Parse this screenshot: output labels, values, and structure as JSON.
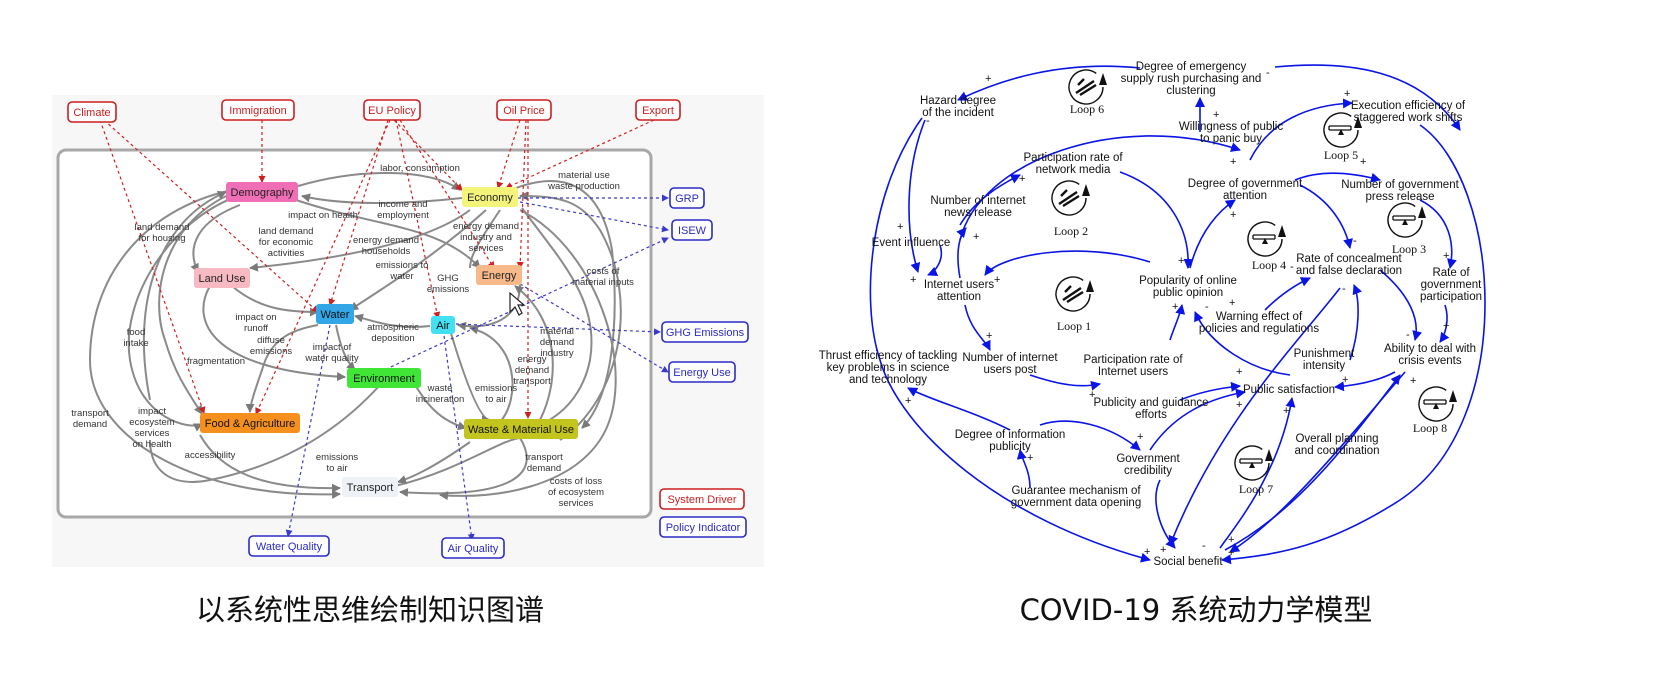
{
  "left": {
    "caption": "以系统性思维绘制知识图谱",
    "drivers": [
      "Climate",
      "Immigration",
      "EU Policy",
      "Oil Price",
      "Export"
    ],
    "nodes": {
      "demography": "Demography",
      "economy": "Economy",
      "land_use": "Land Use",
      "energy": "Energy",
      "water": "Water",
      "air": "Air",
      "environment": "Environment",
      "food": "Food & Agriculture",
      "waste": "Waste & Material Use",
      "transport": "Transport"
    },
    "indicators": [
      "GRP",
      "ISEW",
      "GHG Emissions",
      "Energy Use",
      "Water Quality",
      "Air Quality"
    ],
    "legend": {
      "driver": "System Driver",
      "indicator": "Policy Indicator"
    },
    "edge_labels": [
      "labor, consumption",
      "material use\nwaste production",
      "income and\nemployment",
      "impact on health",
      "land demand\nfor housing",
      "land demand\nfor economic\nactivities",
      "energy demand\nhouseholds",
      "energy demand\nindustry and\nservices",
      "emissions to\nwater",
      "GHG\nemissions",
      "costs of\nmaterial inputs",
      "impact on\nrunoff",
      "diffuse\nemissions",
      "atmospheric\ndeposition",
      "impact of\nwater quality",
      "food\nintake",
      "fragmentation",
      "material\ndemand\nindustry",
      "energy\ndemand\ntransport",
      "waste\nincineration",
      "emissions\nto air",
      "transport\ndemand",
      "impact\necosystem\nservices\non health",
      "accessibility",
      "emissions\nto air",
      "transport\ndemand",
      "costs of loss\nof ecosystem\nservices"
    ]
  },
  "right": {
    "caption": "COVID-19 系统动力学模型",
    "variables": {
      "hazard": "Hazard degree\nof the incident",
      "emergency_supply": "Degree of emergency\nsupply rush purchasing and\nclustering",
      "execution": "Execution efficiency of\nstaggered work shifts",
      "willingness": "Willingness of public\nto panic buy",
      "participation_media": "Participation rate of\nnetwork media",
      "gov_attention": "Degree of government\nattention",
      "gov_press": "Number of government\npress release",
      "netnews": "Number of internet\nnews release",
      "event_influence": "Event influence",
      "internet_attention": "Internet users\nattention",
      "popularity": "Popularity of online\npublic opinion",
      "concealment": "Rate of concealment\nand false declaration",
      "rate_gov_part": "Rate of\ngovernment\nparticipation",
      "warning": "Warning effect of\npolicies and regulations",
      "thrust": "Thrust efficiency of tackling\nkey problems in science\nand technology",
      "users_post": "Number of internet\nusers post",
      "participation_users": "Participation rate of\nInternet users",
      "punishment": "Punishment\nintensity",
      "ability": "Ability to deal with\ncrisis events",
      "publicity": "Publicity and guidance\nefforts",
      "public_satisfaction": "Public satisfaction",
      "info_publicity": "Degree of information\npublicity",
      "gov_credibility": "Government\ncredibility",
      "overall_planning": "Overall planning\nand coordination",
      "guarantee": "Guarantee mechanism of\ngovernment data opening",
      "social_benefit": "Social benefit"
    },
    "loops": [
      "Loop 1",
      "Loop 2",
      "Loop 3",
      "Loop 4",
      "Loop 5",
      "Loop 6",
      "Loop 7",
      "Loop 8"
    ]
  }
}
